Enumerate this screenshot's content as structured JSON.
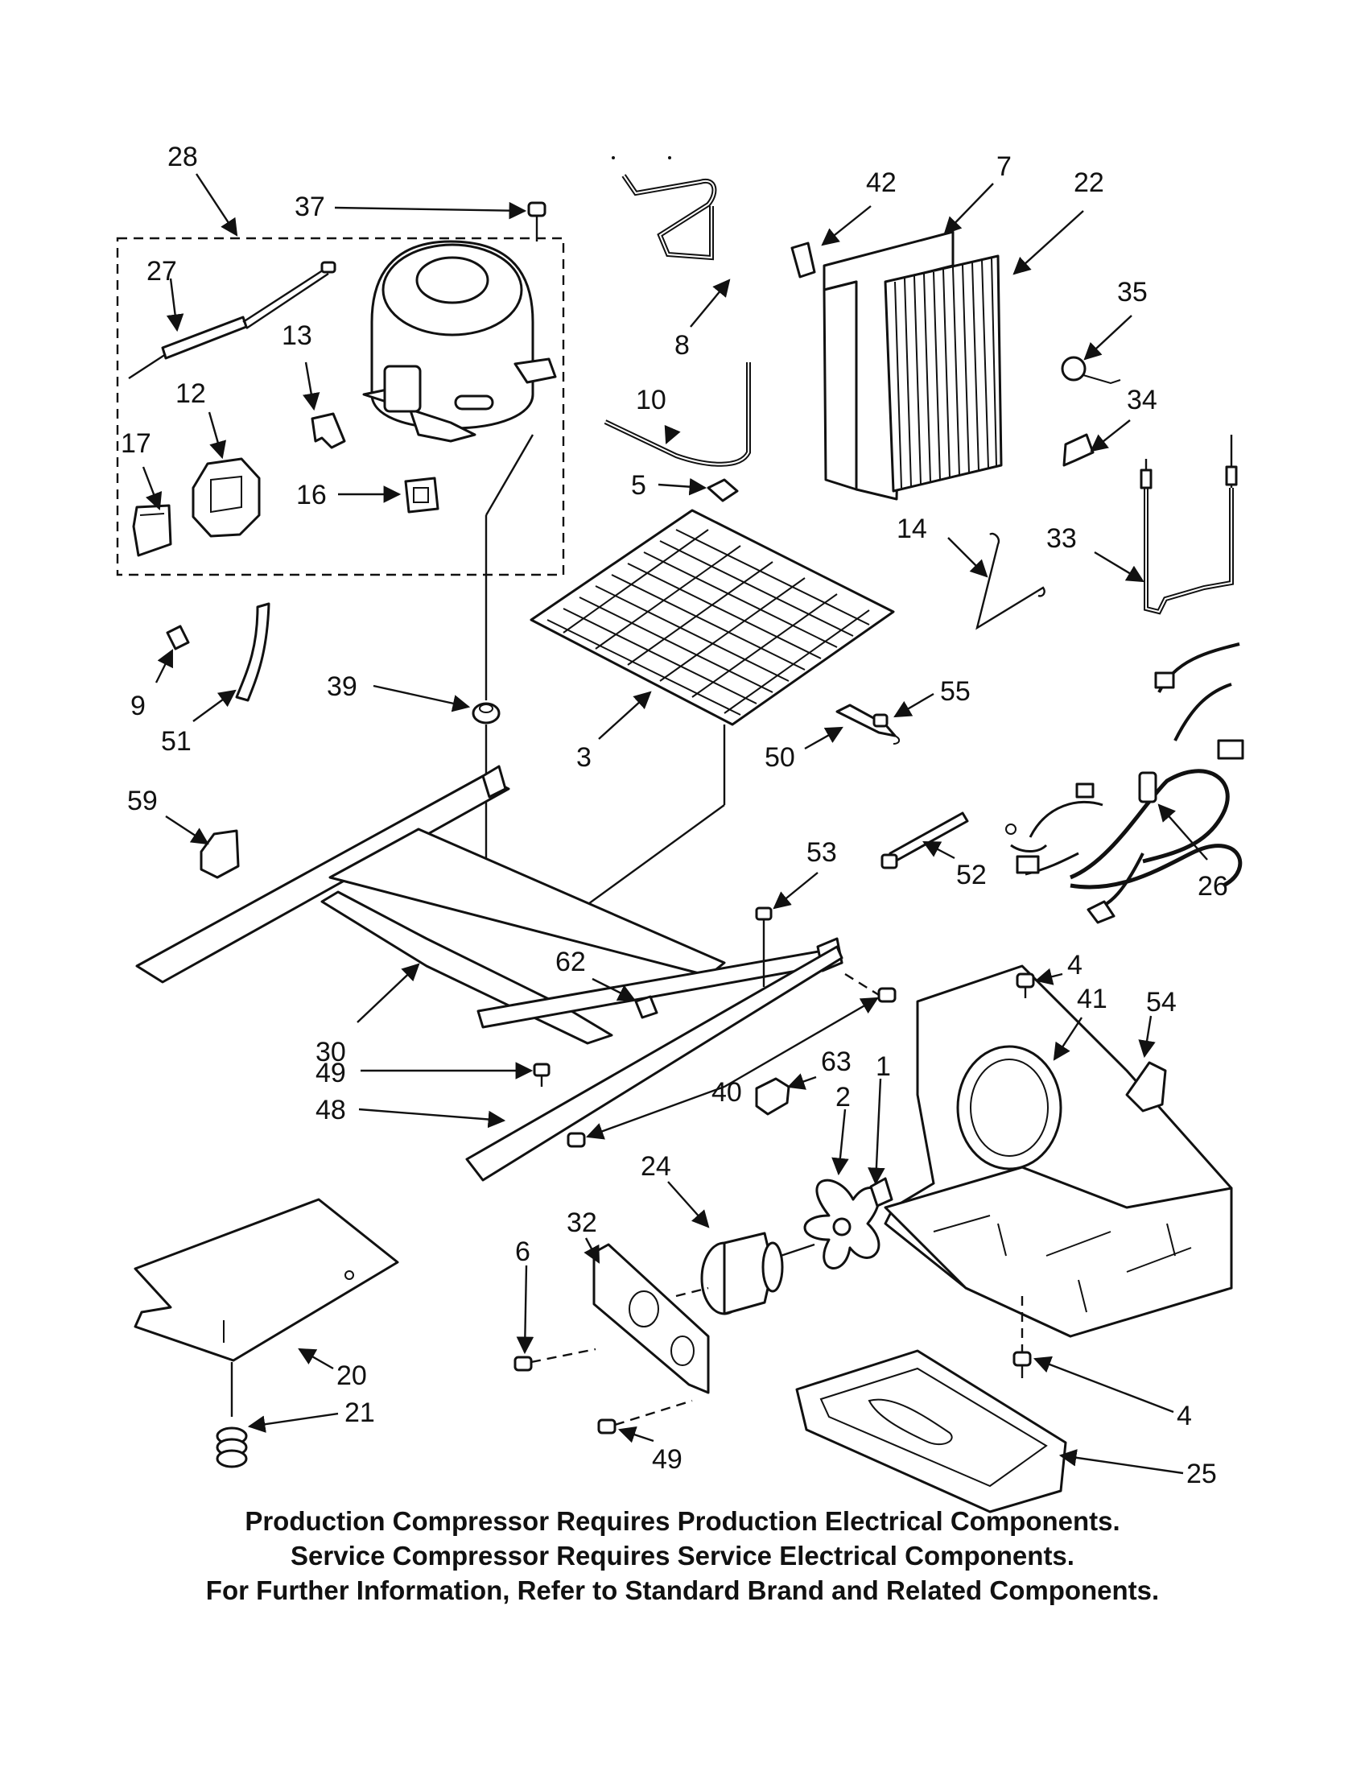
{
  "figure": {
    "type": "exploded parts diagram",
    "callouts": [
      {
        "id": "c28",
        "label": "28"
      },
      {
        "id": "c37",
        "label": "37"
      },
      {
        "id": "c27",
        "label": "27"
      },
      {
        "id": "c13",
        "label": "13"
      },
      {
        "id": "c12",
        "label": "12"
      },
      {
        "id": "c17",
        "label": "17"
      },
      {
        "id": "c16",
        "label": "16"
      },
      {
        "id": "c8",
        "label": "8"
      },
      {
        "id": "c10",
        "label": "10"
      },
      {
        "id": "c5",
        "label": "5"
      },
      {
        "id": "c42",
        "label": "42"
      },
      {
        "id": "c7",
        "label": "7"
      },
      {
        "id": "c22",
        "label": "22"
      },
      {
        "id": "c35",
        "label": "35"
      },
      {
        "id": "c34",
        "label": "34"
      },
      {
        "id": "c14",
        "label": "14"
      },
      {
        "id": "c33",
        "label": "33"
      },
      {
        "id": "c9",
        "label": "9"
      },
      {
        "id": "c51",
        "label": "51"
      },
      {
        "id": "c39",
        "label": "39"
      },
      {
        "id": "c3",
        "label": "3"
      },
      {
        "id": "c55",
        "label": "55"
      },
      {
        "id": "c50",
        "label": "50"
      },
      {
        "id": "c59",
        "label": "59"
      },
      {
        "id": "c53",
        "label": "53"
      },
      {
        "id": "c52",
        "label": "52"
      },
      {
        "id": "c26",
        "label": "26"
      },
      {
        "id": "c62",
        "label": "62"
      },
      {
        "id": "c30",
        "label": "30"
      },
      {
        "id": "c49a",
        "label": "49"
      },
      {
        "id": "c48",
        "label": "48"
      },
      {
        "id": "c4a",
        "label": "4"
      },
      {
        "id": "c41",
        "label": "41"
      },
      {
        "id": "c54",
        "label": "54"
      },
      {
        "id": "c63",
        "label": "63"
      },
      {
        "id": "c40",
        "label": "40"
      },
      {
        "id": "c1",
        "label": "1"
      },
      {
        "id": "c2",
        "label": "2"
      },
      {
        "id": "c24",
        "label": "24"
      },
      {
        "id": "c32",
        "label": "32"
      },
      {
        "id": "c6",
        "label": "6"
      },
      {
        "id": "c20",
        "label": "20"
      },
      {
        "id": "c21",
        "label": "21"
      },
      {
        "id": "c49b",
        "label": "49"
      },
      {
        "id": "c4b",
        "label": "4"
      },
      {
        "id": "c25",
        "label": "25"
      }
    ],
    "notes": [
      "Production Compressor Requires Production Electrical Components.",
      "Service Compressor Requires Service Electrical Components.",
      "For Further Information, Refer to Standard Brand and Related Components."
    ]
  }
}
